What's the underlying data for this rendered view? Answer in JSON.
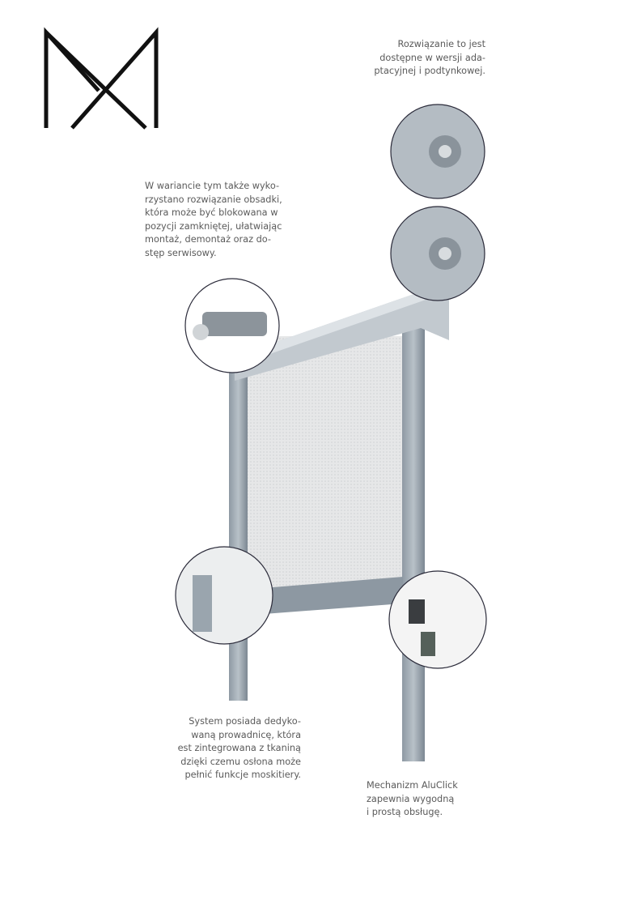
{
  "logo": {
    "letters": "MX"
  },
  "captions": {
    "top_right": "Rozwiązanie to jest\ndostępne w wersji ada-\nptacyjnej i podtynkowej.",
    "left_mid": "W wariancie tym także wyko-\nrzystano rozwiązanie obsadki,\nktóra może być blokowana w\npozycji zamkniętej, ułatwiając\nmontaż, demontaż oraz do-\nstęp serwisowy.",
    "bottom_left": "System posiada dedyko-\nwaną prowadnicę, która\nest zintegrowana z tkaniną\ndzięki czemu osłona może\npełnić funkcje moskitiery.",
    "bottom_right": "Mechanizm AluClick\nzapewnia wygodną\ni prostą obsługę."
  }
}
